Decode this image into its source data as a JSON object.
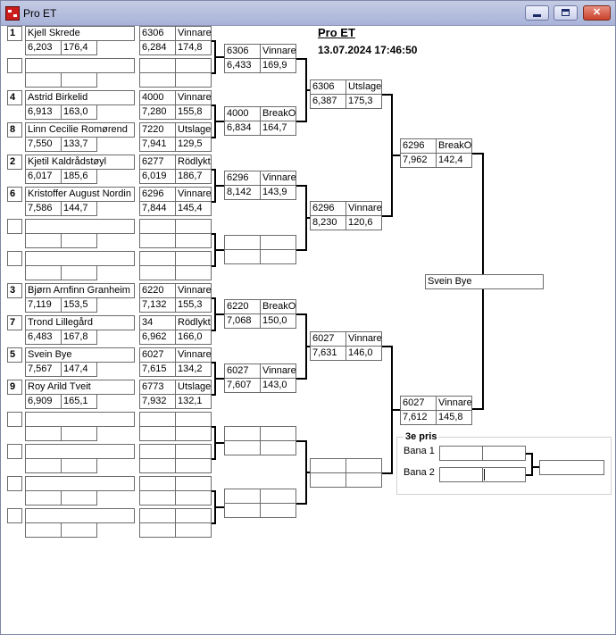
{
  "window": {
    "title": "Pro ET",
    "minimize": "",
    "maximize": "",
    "close": "✕"
  },
  "event": {
    "title": "Pro ET",
    "datetime": "13.07.2024 17:46:50"
  },
  "round1": [
    {
      "seed": "1",
      "name": "Kjell Skrede",
      "rt": "6,203",
      "speed": "176,4"
    },
    {
      "seed": "",
      "name": "",
      "rt": "",
      "speed": ""
    },
    {
      "seed": "4",
      "name": "Astrid Birkelid",
      "rt": "6,913",
      "speed": "163,0"
    },
    {
      "seed": "8",
      "name": "Linn Cecilie Romørend",
      "rt": "7,550",
      "speed": "133,7"
    },
    {
      "seed": "2",
      "name": "Kjetil Kaldrådstøyl",
      "rt": "6,017",
      "speed": "185,6"
    },
    {
      "seed": "6",
      "name": "Kristoffer August Nordin",
      "rt": "7,586",
      "speed": "144,7"
    },
    {
      "seed": "",
      "name": "",
      "rt": "",
      "speed": ""
    },
    {
      "seed": "",
      "name": "",
      "rt": "",
      "speed": ""
    },
    {
      "seed": "3",
      "name": "Bjørn Arnfinn Granheim",
      "rt": "7,119",
      "speed": "153,5"
    },
    {
      "seed": "7",
      "name": "Trond Lillegård",
      "rt": "6,483",
      "speed": "167,8"
    },
    {
      "seed": "5",
      "name": "Svein Bye",
      "rt": "7,567",
      "speed": "147,4"
    },
    {
      "seed": "9",
      "name": "Roy Arild Tveit",
      "rt": "6,909",
      "speed": "165,1"
    },
    {
      "seed": "",
      "name": "",
      "rt": "",
      "speed": ""
    },
    {
      "seed": "",
      "name": "",
      "rt": "",
      "speed": ""
    },
    {
      "seed": "",
      "name": "",
      "rt": "",
      "speed": ""
    },
    {
      "seed": "",
      "name": "",
      "rt": "",
      "speed": ""
    }
  ],
  "round1_results": [
    {
      "num": "6306",
      "status": "Vinnare",
      "et": "6,284",
      "speed": "174,8"
    },
    {
      "num": "",
      "status": "",
      "et": "",
      "speed": ""
    },
    {
      "num": "4000",
      "status": "Vinnare",
      "et": "7,280",
      "speed": "155,8"
    },
    {
      "num": "7220",
      "status": "Utslagen",
      "et": "7,941",
      "speed": "129,5"
    },
    {
      "num": "6277",
      "status": "Rödlyktan",
      "et": "6,019",
      "speed": "186,7"
    },
    {
      "num": "6296",
      "status": "Vinnare",
      "et": "7,844",
      "speed": "145,4"
    },
    {
      "num": "",
      "status": "",
      "et": "",
      "speed": ""
    },
    {
      "num": "",
      "status": "",
      "et": "",
      "speed": ""
    },
    {
      "num": "6220",
      "status": "Vinnare",
      "et": "7,132",
      "speed": "155,3"
    },
    {
      "num": "34",
      "status": "Rödlyktan",
      "et": "6,962",
      "speed": "166,0"
    },
    {
      "num": "6027",
      "status": "Vinnare",
      "et": "7,615",
      "speed": "134,2"
    },
    {
      "num": "6773",
      "status": "Utslagen",
      "et": "7,932",
      "speed": "132,1"
    },
    {
      "num": "",
      "status": "",
      "et": "",
      "speed": ""
    },
    {
      "num": "",
      "status": "",
      "et": "",
      "speed": ""
    },
    {
      "num": "",
      "status": "",
      "et": "",
      "speed": ""
    },
    {
      "num": "",
      "status": "",
      "et": "",
      "speed": ""
    }
  ],
  "round2": [
    {
      "num": "6306",
      "status": "Vinnare",
      "et": "6,433",
      "speed": "169,9"
    },
    {
      "num": "4000",
      "status": "BreakOut",
      "et": "6,834",
      "speed": "164,7"
    },
    {
      "num": "6296",
      "status": "Vinnare",
      "et": "8,142",
      "speed": "143,9"
    },
    {
      "num": "",
      "status": "",
      "et": "",
      "speed": ""
    },
    {
      "num": "6220",
      "status": "BreakOut",
      "et": "7,068",
      "speed": "150,0"
    },
    {
      "num": "6027",
      "status": "Vinnare",
      "et": "7,607",
      "speed": "143,0"
    },
    {
      "num": "",
      "status": "",
      "et": "",
      "speed": ""
    },
    {
      "num": "",
      "status": "",
      "et": "",
      "speed": ""
    }
  ],
  "round3": [
    {
      "num": "6306",
      "status": "Utslagen",
      "et": "6,387",
      "speed": "175,3"
    },
    {
      "num": "6296",
      "status": "Vinnare",
      "et": "8,230",
      "speed": "120,6"
    },
    {
      "num": "6027",
      "status": "Vinnare",
      "et": "7,631",
      "speed": "146,0"
    },
    {
      "num": "",
      "status": "",
      "et": "",
      "speed": ""
    }
  ],
  "round4": [
    {
      "num": "6296",
      "status": "BreakOut",
      "et": "7,962",
      "speed": "142,4"
    },
    {
      "num": "6027",
      "status": "Vinnare",
      "et": "7,612",
      "speed": "145,8"
    }
  ],
  "champion": {
    "name": "Svein Bye"
  },
  "third_place": {
    "legend": "3e pris",
    "lanes": [
      {
        "label": "Bana 1",
        "a": "",
        "b": ""
      },
      {
        "label": "Bana 2",
        "a": "",
        "b": ""
      }
    ],
    "winner": ""
  }
}
